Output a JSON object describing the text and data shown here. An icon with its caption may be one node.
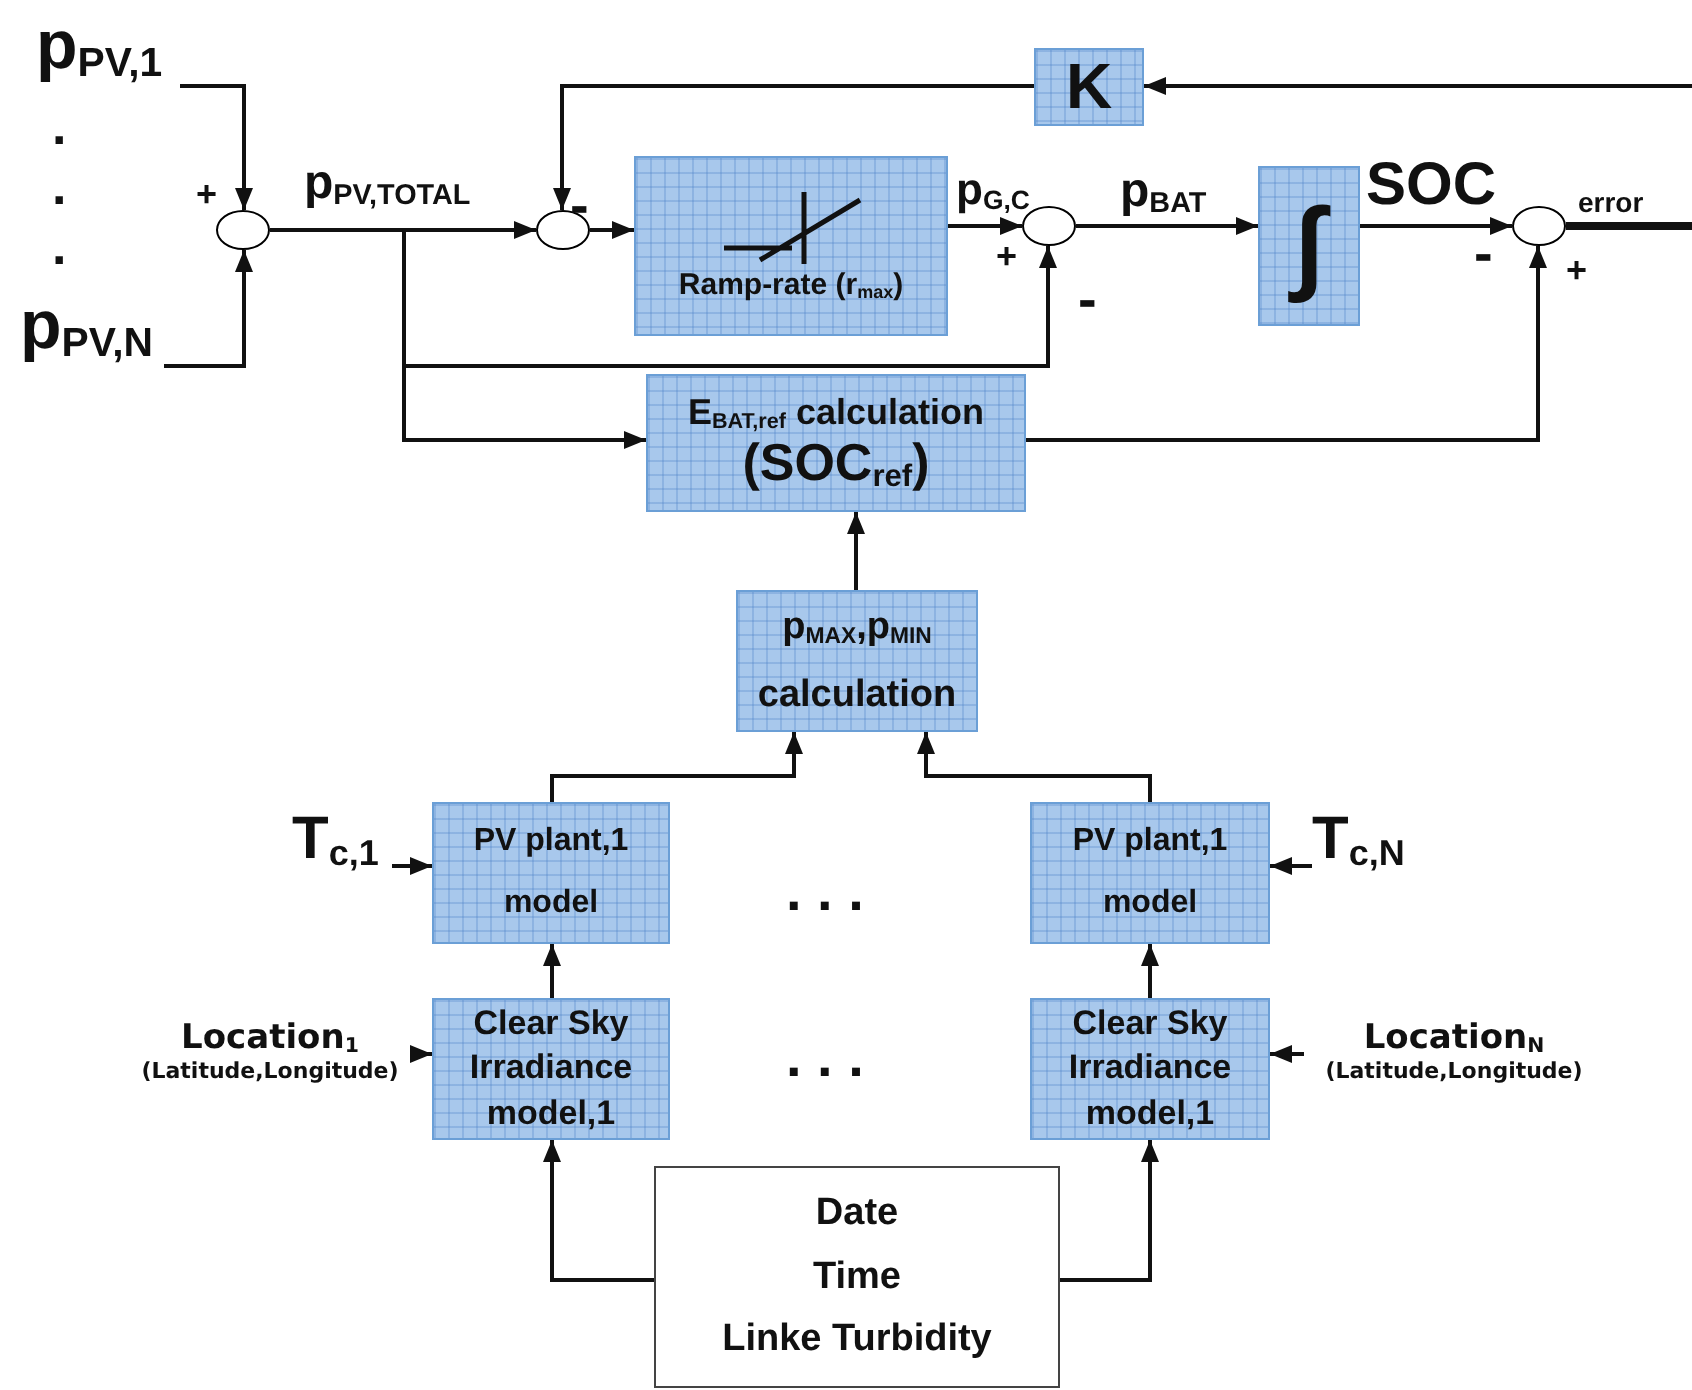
{
  "diagram": {
    "nodes": [
      {
        "text": [
          "p$_{PV,1}$"
        ]
      },
      {
        "text": [
          "p$_{PV,N}$"
        ]
      },
      {
        "text": [],
        "shape": "circle"
      },
      {
        "text": [],
        "shape": "circle"
      },
      {
        "text": [
          "Ramp-rate (r$_{max}$)"
        ]
      },
      {
        "text": [
          "K"
        ]
      },
      {
        "text": [],
        "shape": "circle"
      },
      {
        "text": [
          "∫"
        ]
      },
      {
        "text": [],
        "shape": "circle"
      },
      {
        "text": [
          "E$_{BAT,ref}$ calculation",
          "(SOC$_{ref}$)"
        ]
      },
      {
        "text": [
          "p$_{MAX}$,p$_{MIN}$ calculation"
        ]
      },
      {
        "text": [
          "PV plant,1 model"
        ]
      },
      {
        "text": [
          "PV plant,1 model"
        ]
      },
      {
        "text": [
          "Clear Sky Irradiance model,1"
        ]
      },
      {
        "text": [
          "Clear Sky Irradiance model,1"
        ]
      },
      {
        "text": [
          "Date",
          "Time",
          "Linke Turbidity"
        ]
      },
      {
        "text": [
          "T$_{c,1}$"
        ]
      },
      {
        "text": [
          "T$_{c,N}$"
        ]
      },
      {
        "text": [
          "Location$_{1}$",
          "(Latitude,Longitude)"
        ]
      },
      {
        "text": [
          "Location$_{N}$",
          "(Latitude,Longitude)"
        ]
      }
    ],
    "edges": [
      {
        "from": 0,
        "to": 2,
        "arrow": "to"
      },
      {
        "from": 1,
        "to": 2,
        "arrow": "to"
      },
      {
        "from": 2,
        "to": 3,
        "arrow": "to",
        "label": "p$_{PV,TOTAL}$"
      },
      {
        "from": 3,
        "to": 4,
        "arrow": "to"
      },
      {
        "from": 5,
        "to": 3,
        "arrow": "to"
      },
      {
        "from": 4,
        "to": 6,
        "arrow": "to",
        "label": "p$_{G,C}$"
      },
      {
        "from": 2,
        "to": 6,
        "arrow": "to"
      },
      {
        "from": 2,
        "to": 9,
        "arrow": "to"
      },
      {
        "from": 6,
        "to": 7,
        "arrow": "to",
        "label": "p$_{BAT}$"
      },
      {
        "from": 7,
        "to": 8,
        "arrow": "to",
        "label": "SOC"
      },
      {
        "from": 9,
        "to": 8,
        "arrow": "to"
      },
      {
        "from": 8,
        "to": null,
        "arrow": "none",
        "label": "error",
        "style": "thick"
      },
      {
        "from": null,
        "to": 5,
        "arrow": "to"
      },
      {
        "from": 10,
        "to": 9,
        "arrow": "to"
      },
      {
        "from": 11,
        "to": 10,
        "arrow": "to"
      },
      {
        "from": 12,
        "to": 10,
        "arrow": "to"
      },
      {
        "from": 13,
        "to": 11,
        "arrow": "to"
      },
      {
        "from": 14,
        "to": 12,
        "arrow": "to"
      },
      {
        "from": 15,
        "to": 13,
        "arrow": "to"
      },
      {
        "from": 15,
        "to": 14,
        "arrow": "to"
      },
      {
        "from": 16,
        "to": 11,
        "arrow": "to"
      },
      {
        "from": 17,
        "to": 12,
        "arrow": "to"
      },
      {
        "from": 18,
        "to": 13,
        "arrow": "to"
      },
      {
        "from": 19,
        "to": 14,
        "arrow": "to"
      }
    ],
    "labels": [
      ".",
      ".",
      ".",
      "+",
      "-",
      "+",
      "-",
      "-",
      "+",
      ". . .",
      ". . ."
    ]
  }
}
